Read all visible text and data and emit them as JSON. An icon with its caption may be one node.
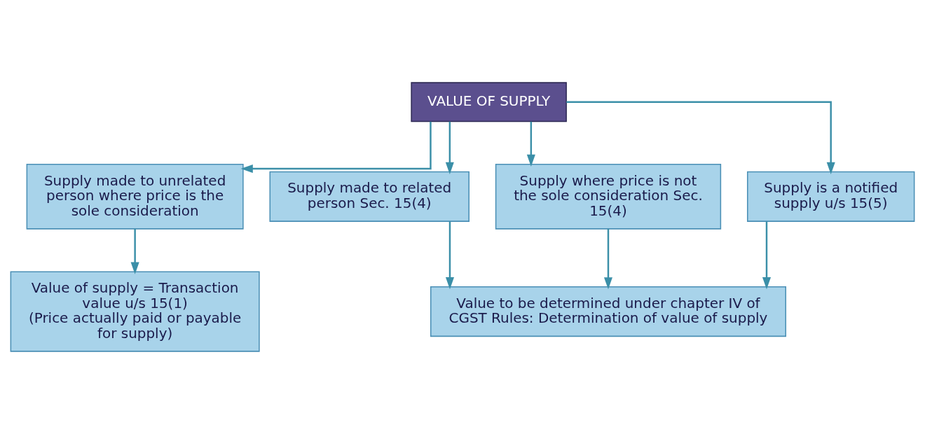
{
  "diagram": {
    "nodes": [
      {
        "text": [
          "VALUE OF SUPPLY"
        ]
      },
      {
        "text": [
          "Supply made to unrelated person where price is the sole consideration"
        ]
      },
      {
        "text": [
          "Supply made to related person Sec. 15(4)"
        ]
      },
      {
        "text": [
          "Supply where price is not the sole consideration Sec. 15(4)"
        ]
      },
      {
        "text": [
          "Supply is a notified supply u/s 15(5)"
        ]
      },
      {
        "text": [
          "Value of supply = Transaction value u/s 15(1)",
          "(Price actually paid or payable for supply)"
        ]
      },
      {
        "text": [
          "Value to be determined under chapter IV of CGST Rules: Determination of value of supply"
        ]
      }
    ],
    "edges": [
      {
        "from": 0,
        "to": 1,
        "arrow": "to"
      },
      {
        "from": 0,
        "to": 2,
        "arrow": "to"
      },
      {
        "from": 0,
        "to": 3,
        "arrow": "to"
      },
      {
        "from": 0,
        "to": 4,
        "arrow": "to"
      },
      {
        "from": 1,
        "to": 5,
        "arrow": "to"
      },
      {
        "from": 2,
        "to": 6,
        "arrow": "to"
      },
      {
        "from": 3,
        "to": 6,
        "arrow": "to"
      },
      {
        "from": 4,
        "to": 6,
        "arrow": "to"
      }
    ]
  }
}
